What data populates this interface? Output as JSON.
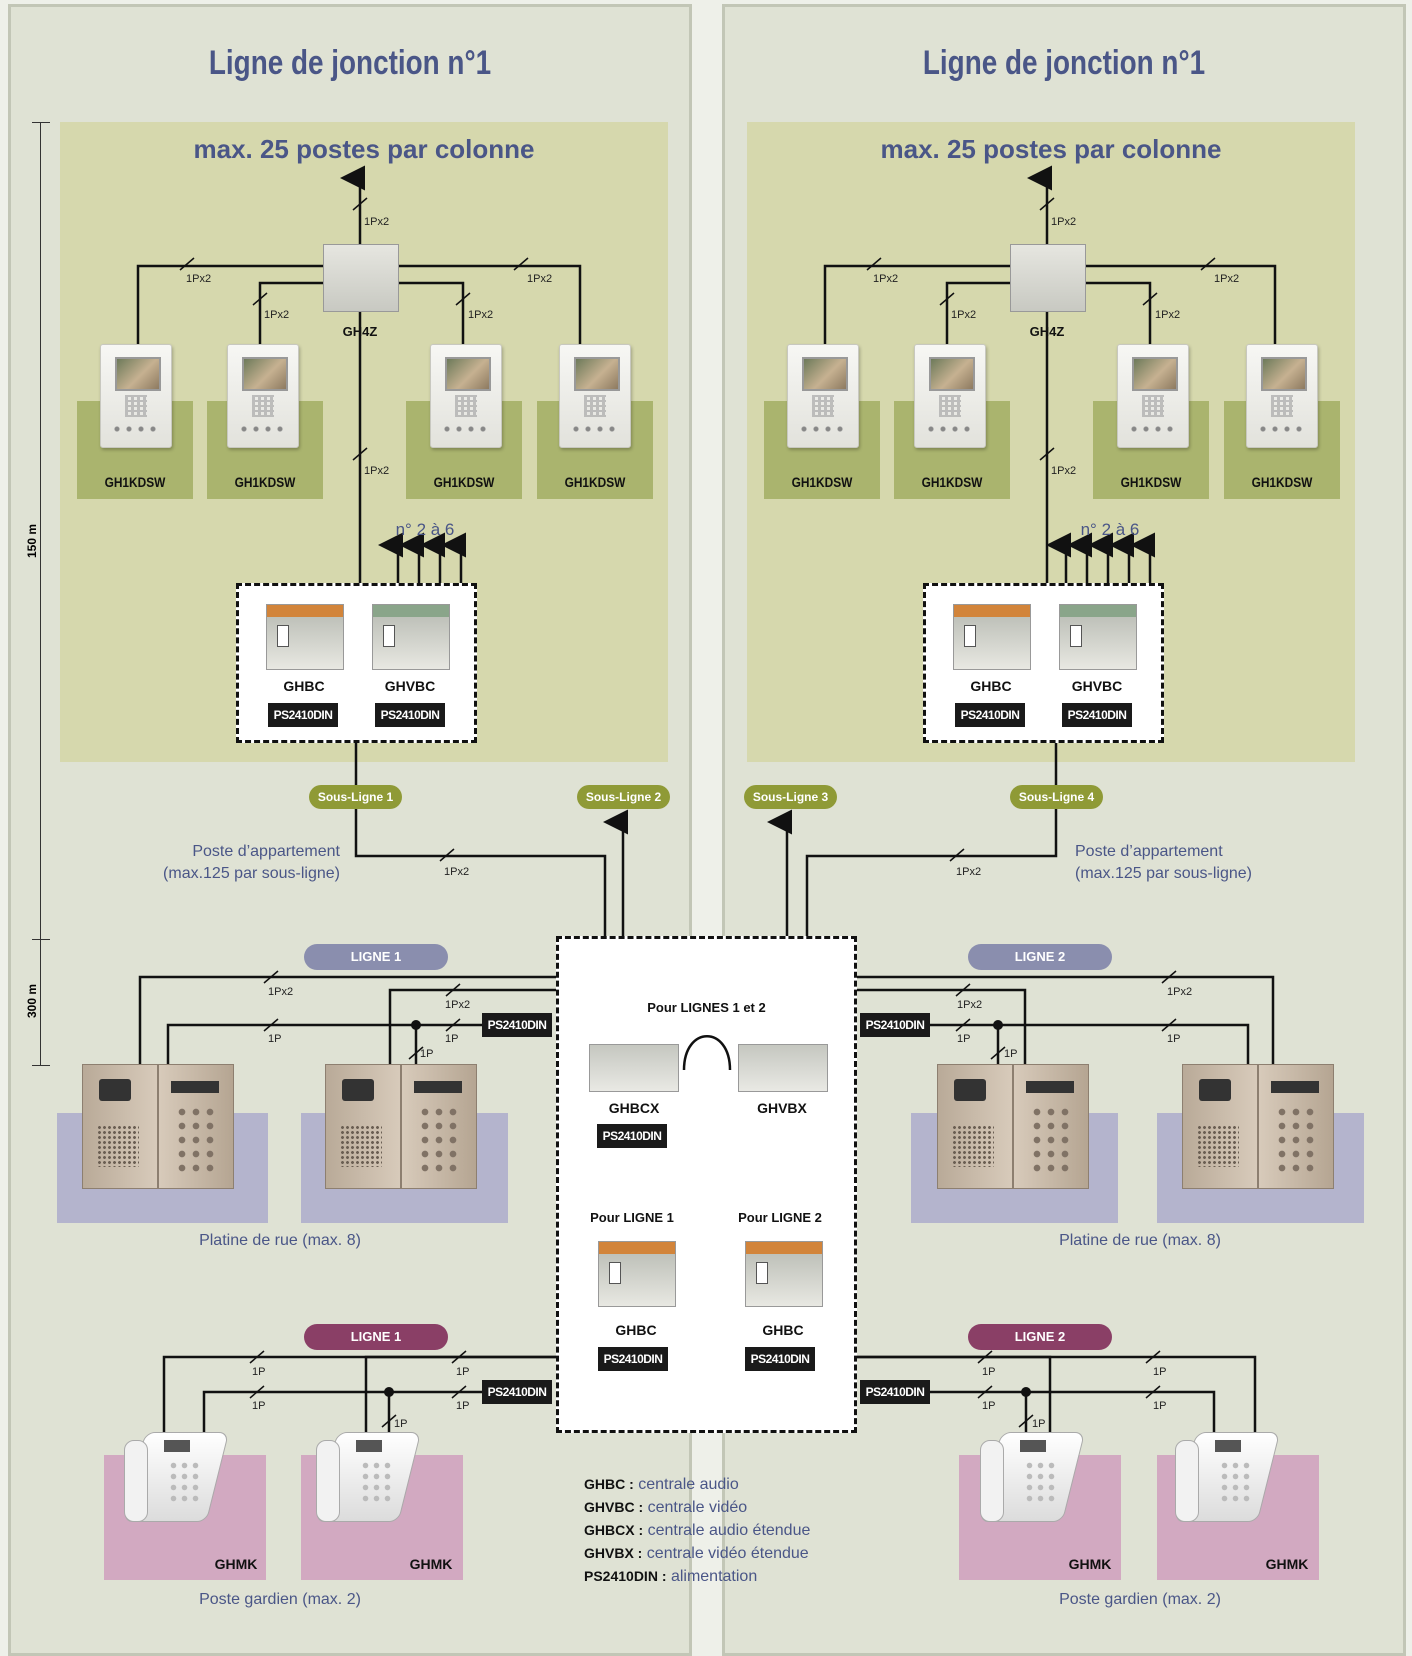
{
  "titles": {
    "left": "Ligne de jonction n°1",
    "right": "Ligne de jonction n°1"
  },
  "zone_title": "max. 25 postes par colonne",
  "distances": {
    "top": "150 m",
    "bottom": "300 m"
  },
  "wire": {
    "p2": "1Px2",
    "p1": "1P"
  },
  "gh4z": "GH4Z",
  "monitor_label": "GH1KDSW",
  "numbers": "n° 2 à 6",
  "ghbc": "GHBC",
  "ghvbc": "GHVBC",
  "ghbcx": "GHBCX",
  "ghvbx": "GHVBX",
  "ps": "PS2410DIN",
  "ghmk": "GHMK",
  "sous_lignes": [
    "Sous-Ligne 1",
    "Sous-Ligne 2",
    "Sous-Ligne 3",
    "Sous-Ligne 4"
  ],
  "poste_app": [
    "Poste d’appartement",
    "(max.125 par sous-ligne)"
  ],
  "ligne1": "LIGNE 1",
  "ligne2": "LIGNE 2",
  "pour_lignes": "Pour LIGNES 1 et 2",
  "pour_ligne1": "Pour LIGNE 1",
  "pour_ligne2": "Pour LIGNE 2",
  "platine": "Platine de rue (max. 8)",
  "gardien": "Poste gardien (max. 2)",
  "legend": [
    {
      "k": "GHBC :",
      "v": "centrale audio"
    },
    {
      "k": "GHVBC :",
      "v": "centrale vidéo"
    },
    {
      "k": "GHBCX :",
      "v": "centrale audio étendue"
    },
    {
      "k": "GHVBX :",
      "v": "centrale vidéo étendue"
    },
    {
      "k": "PS2410DIN :",
      "v": "alimentation"
    }
  ],
  "colors": {
    "title": "#4a5687",
    "olive": "#8f9a36",
    "lavender": "#8a8eae",
    "plum": "#8a3f66"
  }
}
